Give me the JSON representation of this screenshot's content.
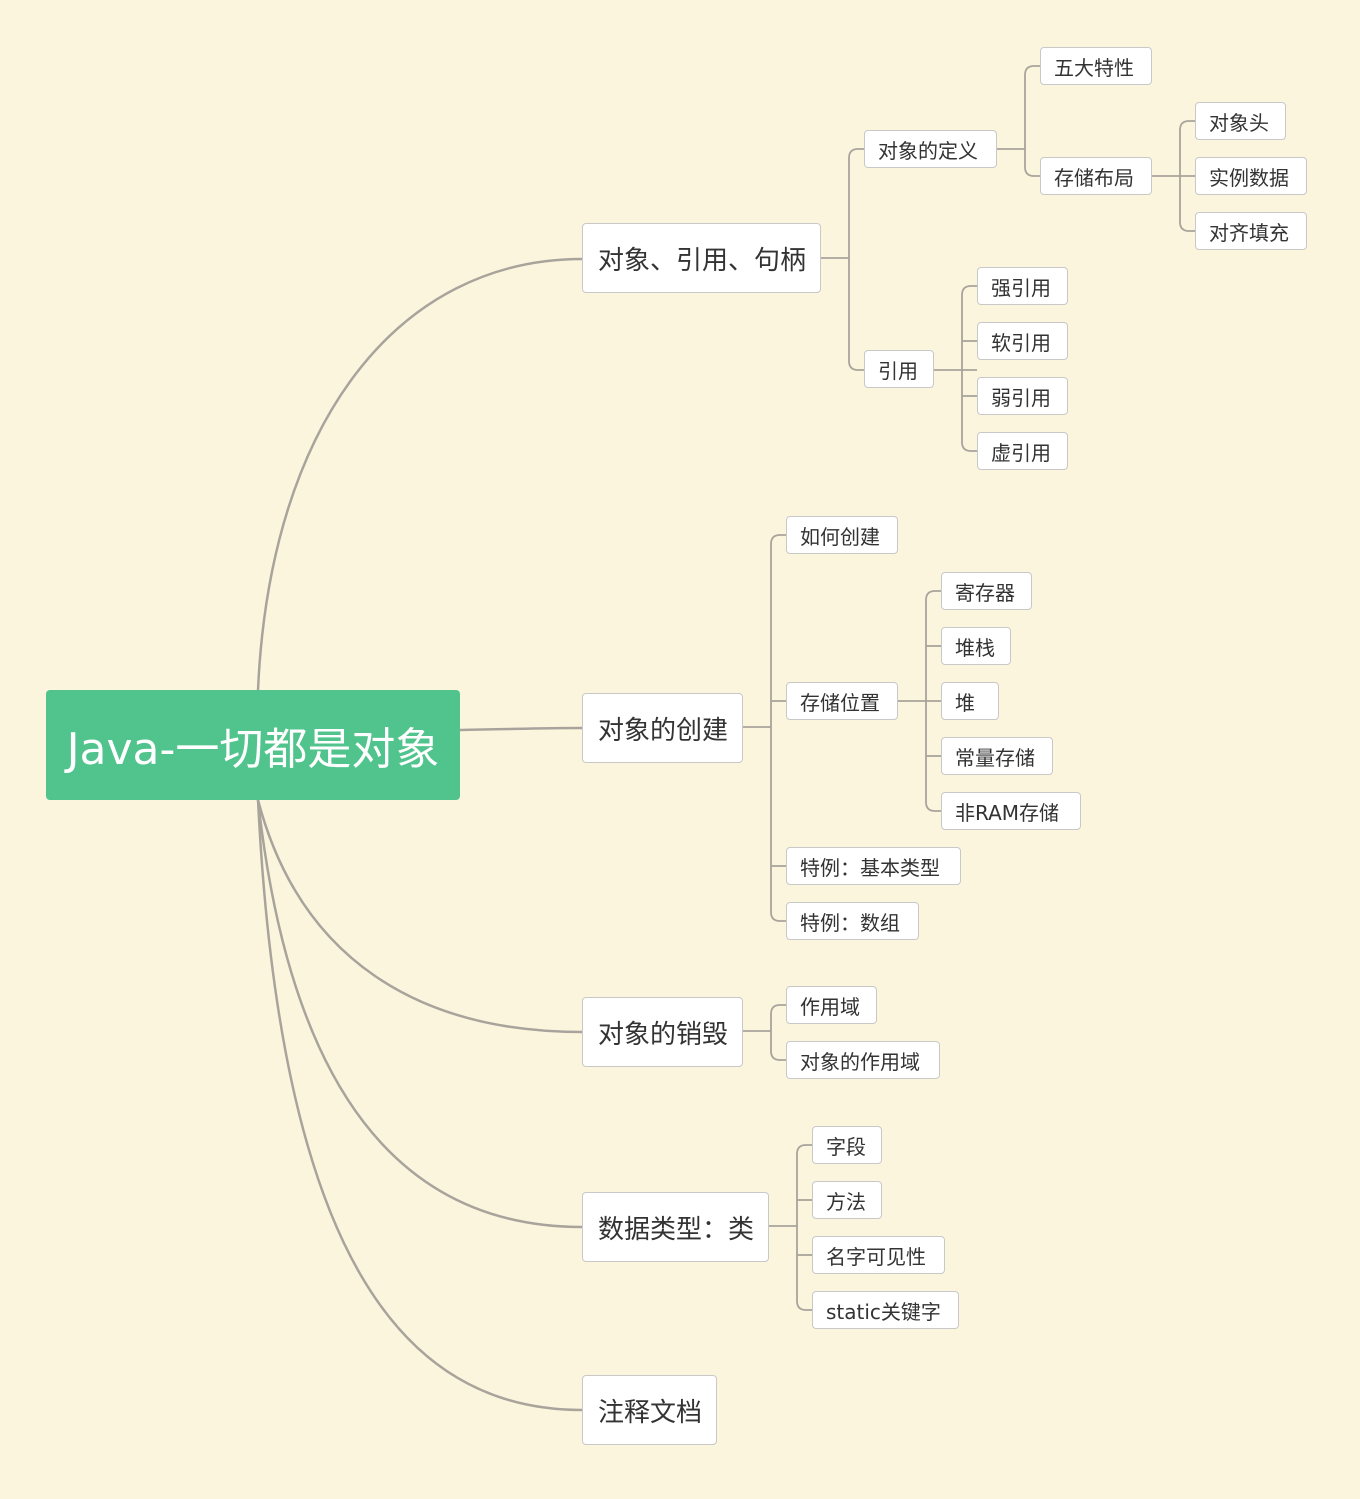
{
  "mindmap": {
    "root": "Java-一切都是对象",
    "branches": [
      {
        "label": "对象、引用、句柄",
        "children": [
          {
            "label": "对象的定义",
            "children": [
              {
                "label": "五大特性"
              },
              {
                "label": "存储布局",
                "children": [
                  {
                    "label": "对象头"
                  },
                  {
                    "label": "实例数据"
                  },
                  {
                    "label": "对齐填充"
                  }
                ]
              }
            ]
          },
          {
            "label": "引用",
            "children": [
              {
                "label": "强引用"
              },
              {
                "label": "软引用"
              },
              {
                "label": "弱引用"
              },
              {
                "label": "虚引用"
              }
            ]
          }
        ]
      },
      {
        "label": "对象的创建",
        "children": [
          {
            "label": "如何创建"
          },
          {
            "label": "存储位置",
            "children": [
              {
                "label": "寄存器"
              },
              {
                "label": "堆栈"
              },
              {
                "label": "堆"
              },
              {
                "label": "常量存储"
              },
              {
                "label": "非RAM存储"
              }
            ]
          },
          {
            "label": "特例：基本类型"
          },
          {
            "label": "特例：数组"
          }
        ]
      },
      {
        "label": "对象的销毁",
        "children": [
          {
            "label": "作用域"
          },
          {
            "label": "对象的作用域"
          }
        ]
      },
      {
        "label": "数据类型：类",
        "children": [
          {
            "label": "字段"
          },
          {
            "label": "方法"
          },
          {
            "label": "名字可见性"
          },
          {
            "label": "static关键字"
          }
        ]
      },
      {
        "label": "注释文档"
      }
    ]
  },
  "colors": {
    "background": "#fcf5de",
    "root_fill": "#50c48c",
    "connector": "#a8a49c"
  }
}
